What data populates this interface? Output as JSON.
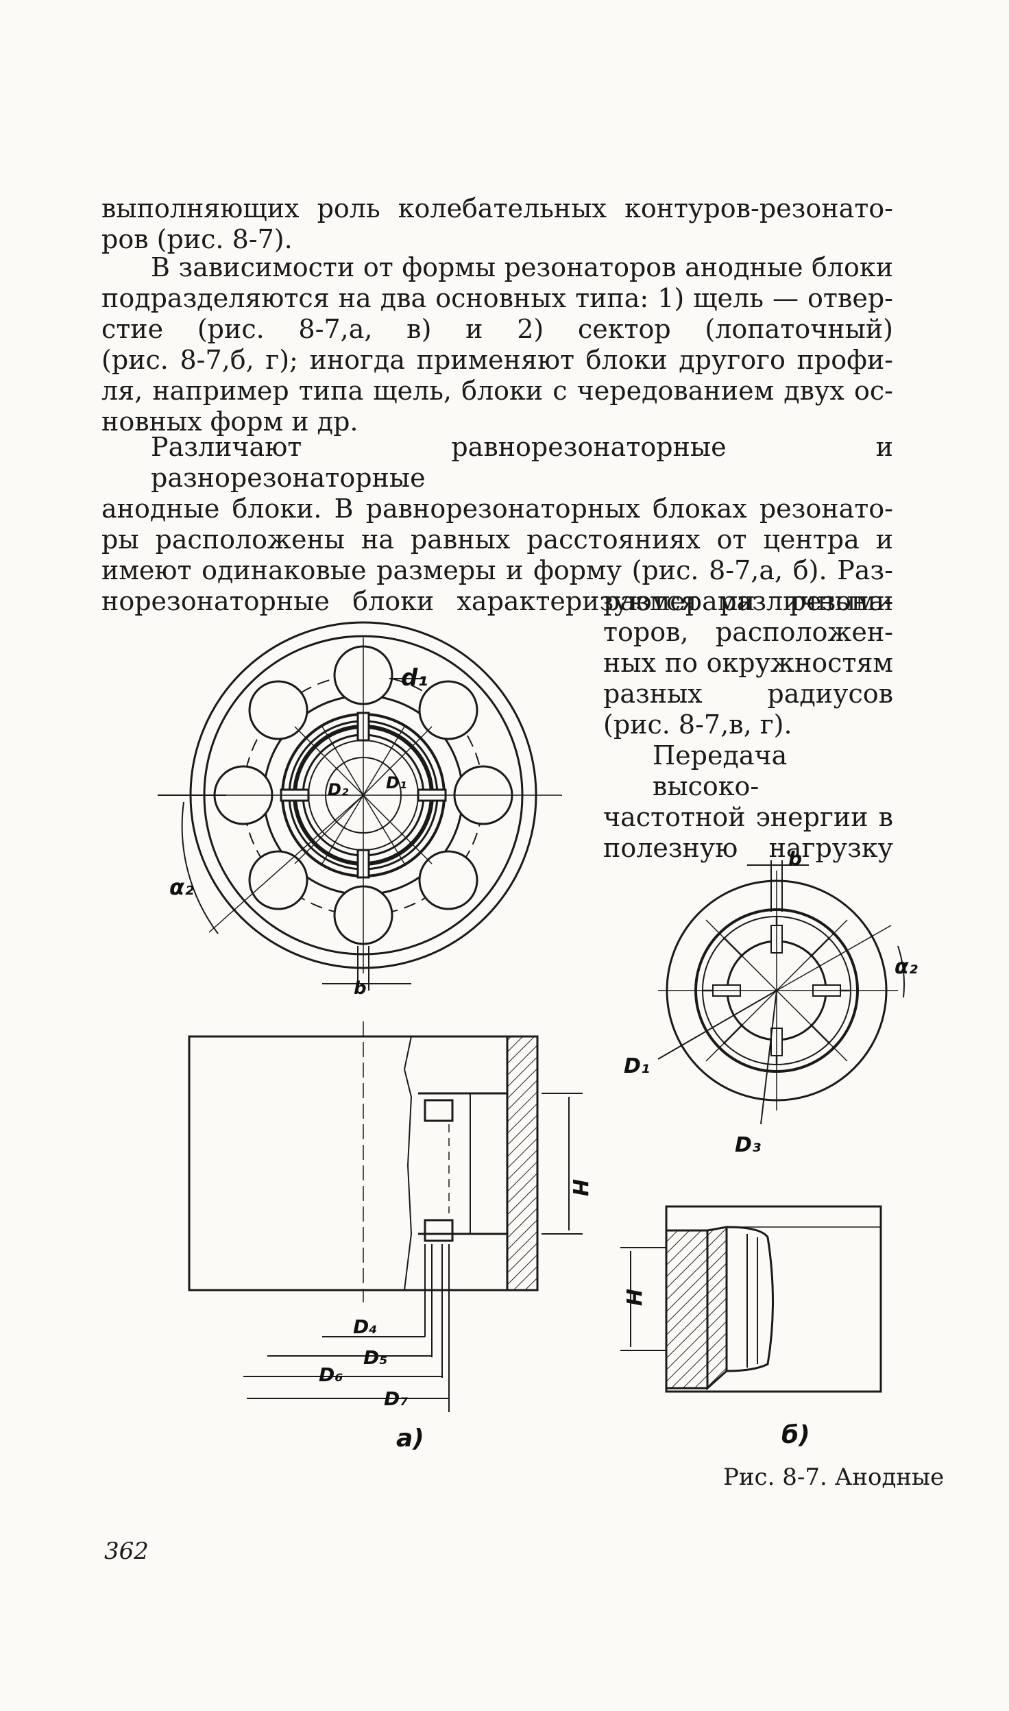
{
  "text": {
    "p1": [
      "выполняющих роль колебательных контуров-резонато-",
      "ров (рис. 8-7)."
    ],
    "p2": [
      "В зависимости от формы резонаторов анодные блоки",
      "подразделяются на два основных типа: 1) щель — отвер-",
      "стие (рис. 8-7,а, в) и 2) сектор (лопаточный)",
      "(рис. 8-7,б, г); иногда применяют блоки другого профи-",
      "ля, например типа щель, блоки с чередованием двух ос-",
      "новных форм и др."
    ],
    "p3": [
      "Различают равнорезонаторные и разнорезонаторные",
      "анодные блоки. В равнорезонаторных блоках резонато-",
      "ры расположены на равных расстояниях от центра и",
      "имеют одинаковые размеры и форму (рис. 8-7,а, б). Раз-",
      "норезонаторные блоки характеризуются различными"
    ],
    "p3b": [
      "размерами резона-",
      "торов, расположен-",
      "ных по окружностям",
      "разных радиусов",
      "(рис. 8-7,в, г)."
    ],
    "p4": [
      "Передача высоко-",
      "частотной энергии в",
      "полезную нагрузку"
    ]
  },
  "figure": {
    "labels": {
      "d1": "d₁",
      "D2": "D₂",
      "D1": "D₁",
      "alpha2_a": "α₂",
      "b_a": "b",
      "b_b": "b",
      "alpha2_b": "α₂",
      "D1_b": "D₁",
      "D3_b": "D₃",
      "H_a": "H",
      "H_b": "H",
      "D4": "D₄",
      "D5": "D₅",
      "D6": "D₆",
      "D7": "D₇"
    },
    "sub_a": "а)",
    "sub_b": "б)",
    "caption": "Рис. 8-7. Анодные"
  },
  "page_number": "362"
}
